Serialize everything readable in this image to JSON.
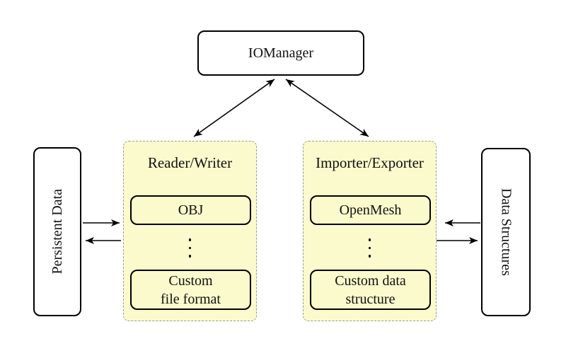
{
  "diagram": {
    "io_manager": {
      "label": "IOManager"
    },
    "persistent_data": {
      "label": "Persistent Data"
    },
    "data_structures": {
      "label": "Data Structures"
    },
    "reader_writer": {
      "title": "Reader/Writer",
      "node1": {
        "label": "OBJ"
      },
      "node2": {
        "line1": "Custom",
        "line2": "file format"
      }
    },
    "importer_exporter": {
      "title": "Importer/Exporter",
      "node1": {
        "label": "OpenMesh"
      },
      "node2": {
        "line1": "Custom data",
        "line2": "structure"
      }
    },
    "icons": {
      "more_items": "vertical-ellipsis"
    },
    "colors": {
      "group_fill": "#FAFACD",
      "group_border": "#9B9B9B",
      "node_border": "#000000",
      "arrow": "#000000",
      "background": "#FFFFFF"
    }
  }
}
